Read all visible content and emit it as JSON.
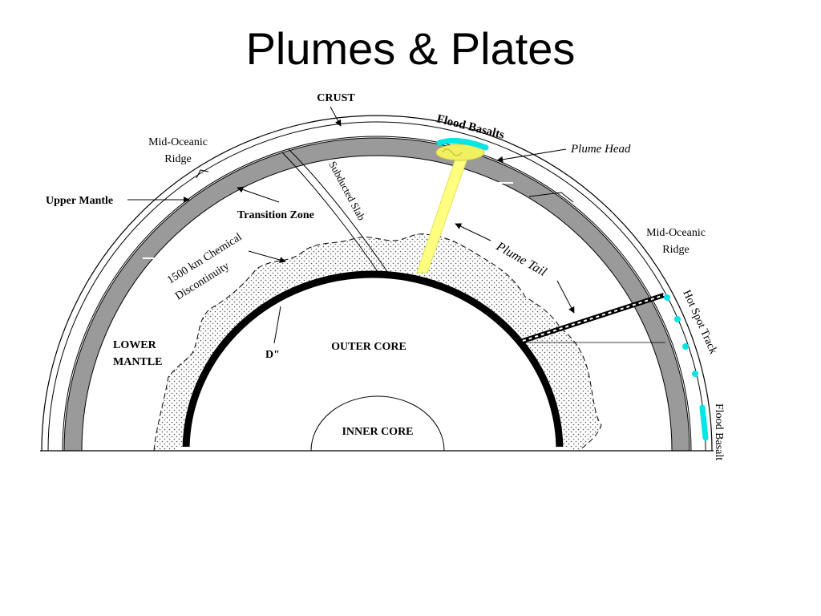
{
  "title": "Plumes & Plates",
  "labels": {
    "crust": "CRUST",
    "flood_basalts": "Flood Basalts",
    "plume_head": "Plume Head",
    "mid_oceanic_ridge_left": [
      "Mid-Oceanic",
      "Ridge"
    ],
    "mid_oceanic_ridge_right": [
      "Mid-Oceanic",
      "Ridge"
    ],
    "upper_mantle": "Upper Mantle",
    "subducted_slab": "Subducted Slab",
    "transition_zone": "Transition Zone",
    "chemical_discontinuity": [
      "1500 km Chemical",
      "Discontinuity"
    ],
    "plume_tail": "Plume Tail",
    "hot_spot_track": "Hot Spot Track",
    "lower_mantle": [
      "LOWER",
      "MANTLE"
    ],
    "d_double_prime": "D\"",
    "outer_core": "OUTER CORE",
    "inner_core": "INNER CORE",
    "flood_basalt": "Flood Basalt"
  },
  "colors": {
    "transition_zone_band": "#9a9a9a",
    "plume": "#ffff80",
    "basalt": "#00e5e5",
    "plume_head": "#f0f060",
    "line": "#000000"
  }
}
